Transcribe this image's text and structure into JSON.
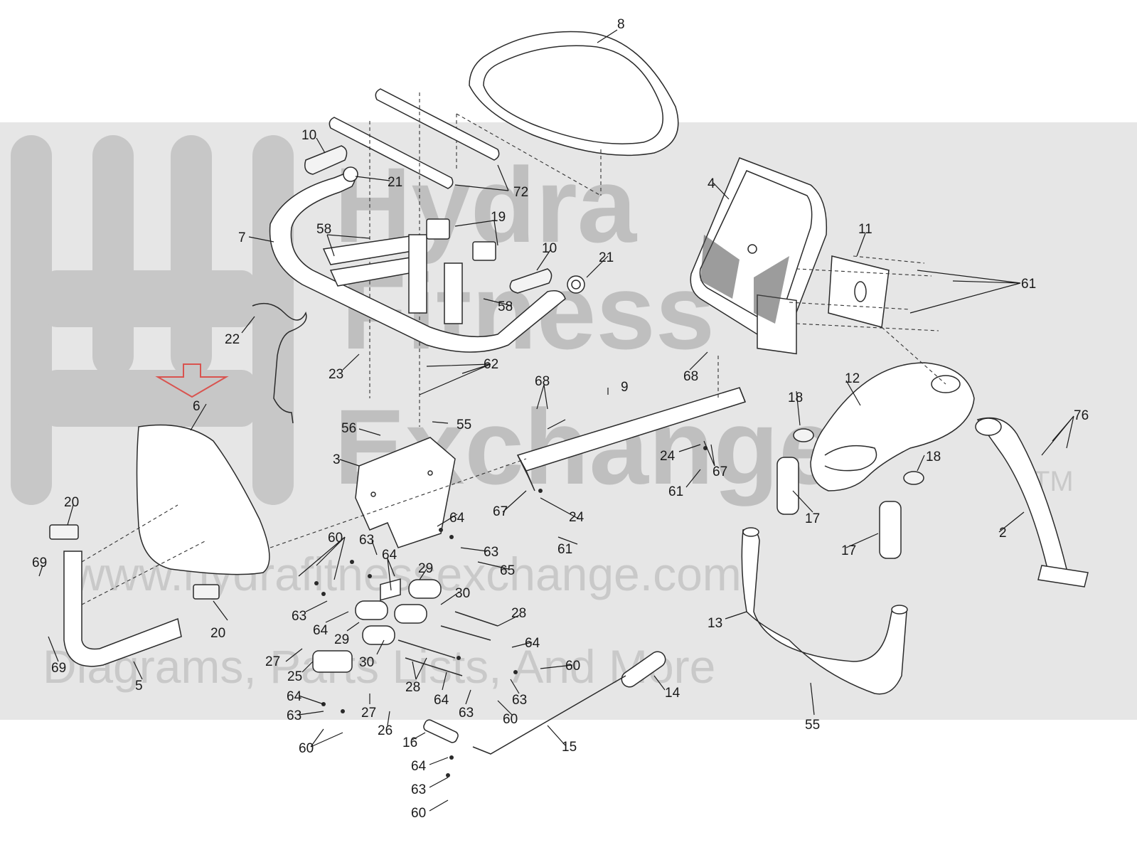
{
  "watermark": {
    "brand_lines": [
      "Hydra",
      "Fitness",
      "Exchange"
    ],
    "trademark": "TM",
    "url": "www.hydrafitnessexchange.com",
    "tagline": "Diagrams, Parts Lists, And More"
  },
  "highlight": {
    "part": "6",
    "arrow_color": "#d9534f"
  },
  "callouts": {
    "c2": "2",
    "c3": "3",
    "c4": "4",
    "c5": "5",
    "c6": "6",
    "c7": "7",
    "c8": "8",
    "c9": "9",
    "c10a": "10",
    "c10b": "10",
    "c11": "11",
    "c12": "12",
    "c13": "13",
    "c14": "14",
    "c15": "15",
    "c16": "16",
    "c17a": "17",
    "c17b": "17",
    "c18a": "18",
    "c18b": "18",
    "c19": "19",
    "c20a": "20",
    "c20b": "20",
    "c21a": "21",
    "c21b": "21",
    "c22": "22",
    "c23": "23",
    "c24a": "24",
    "c24b": "24",
    "c25": "25",
    "c26": "26",
    "c27a": "27",
    "c27b": "27",
    "c28a": "28",
    "c28b": "28",
    "c29a": "29",
    "c29b": "29",
    "c30a": "30",
    "c30b": "30",
    "c55a": "55",
    "c55b": "55",
    "c56": "56",
    "c58a": "58",
    "c58b": "58",
    "c60a": "60",
    "c60b": "60",
    "c60c": "60",
    "c60d": "60",
    "c60e": "60",
    "c61a": "61",
    "c61b": "61",
    "c61c": "61",
    "c62": "62",
    "c63a": "63",
    "c63b": "63",
    "c63c": "63",
    "c63d": "63",
    "c63e": "63",
    "c63f": "63",
    "c63g": "63",
    "c64a": "64",
    "c64b": "64",
    "c64c": "64",
    "c64d": "64",
    "c64e": "64",
    "c64f": "64",
    "c64g": "64",
    "c65": "65",
    "c67a": "67",
    "c67b": "67",
    "c68a": "68",
    "c68b": "68",
    "c69a": "69",
    "c69b": "69",
    "c72": "72",
    "c76": "76"
  }
}
